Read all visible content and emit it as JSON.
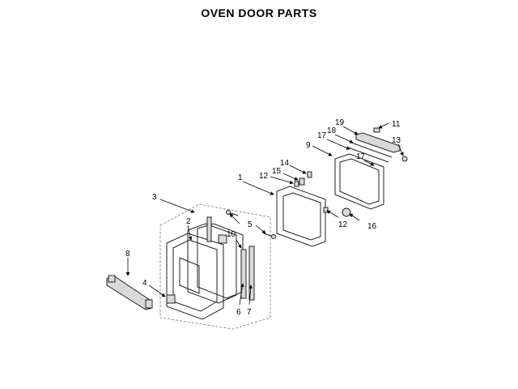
{
  "title": "OVEN DOOR PARTS",
  "callouts": {
    "c1": "1",
    "c2": "2",
    "c3": "3",
    "c4": "4",
    "c5": "5",
    "c6": "6",
    "c7": "7",
    "c8": "8",
    "c9": "9",
    "c10": "10",
    "c11": "11",
    "c12a": "12",
    "c12b": "12",
    "c13": "13",
    "c14": "14",
    "c15": "15",
    "c16": "16",
    "c17a": "17",
    "c17b": "17",
    "c18": "18",
    "c19": "19"
  }
}
